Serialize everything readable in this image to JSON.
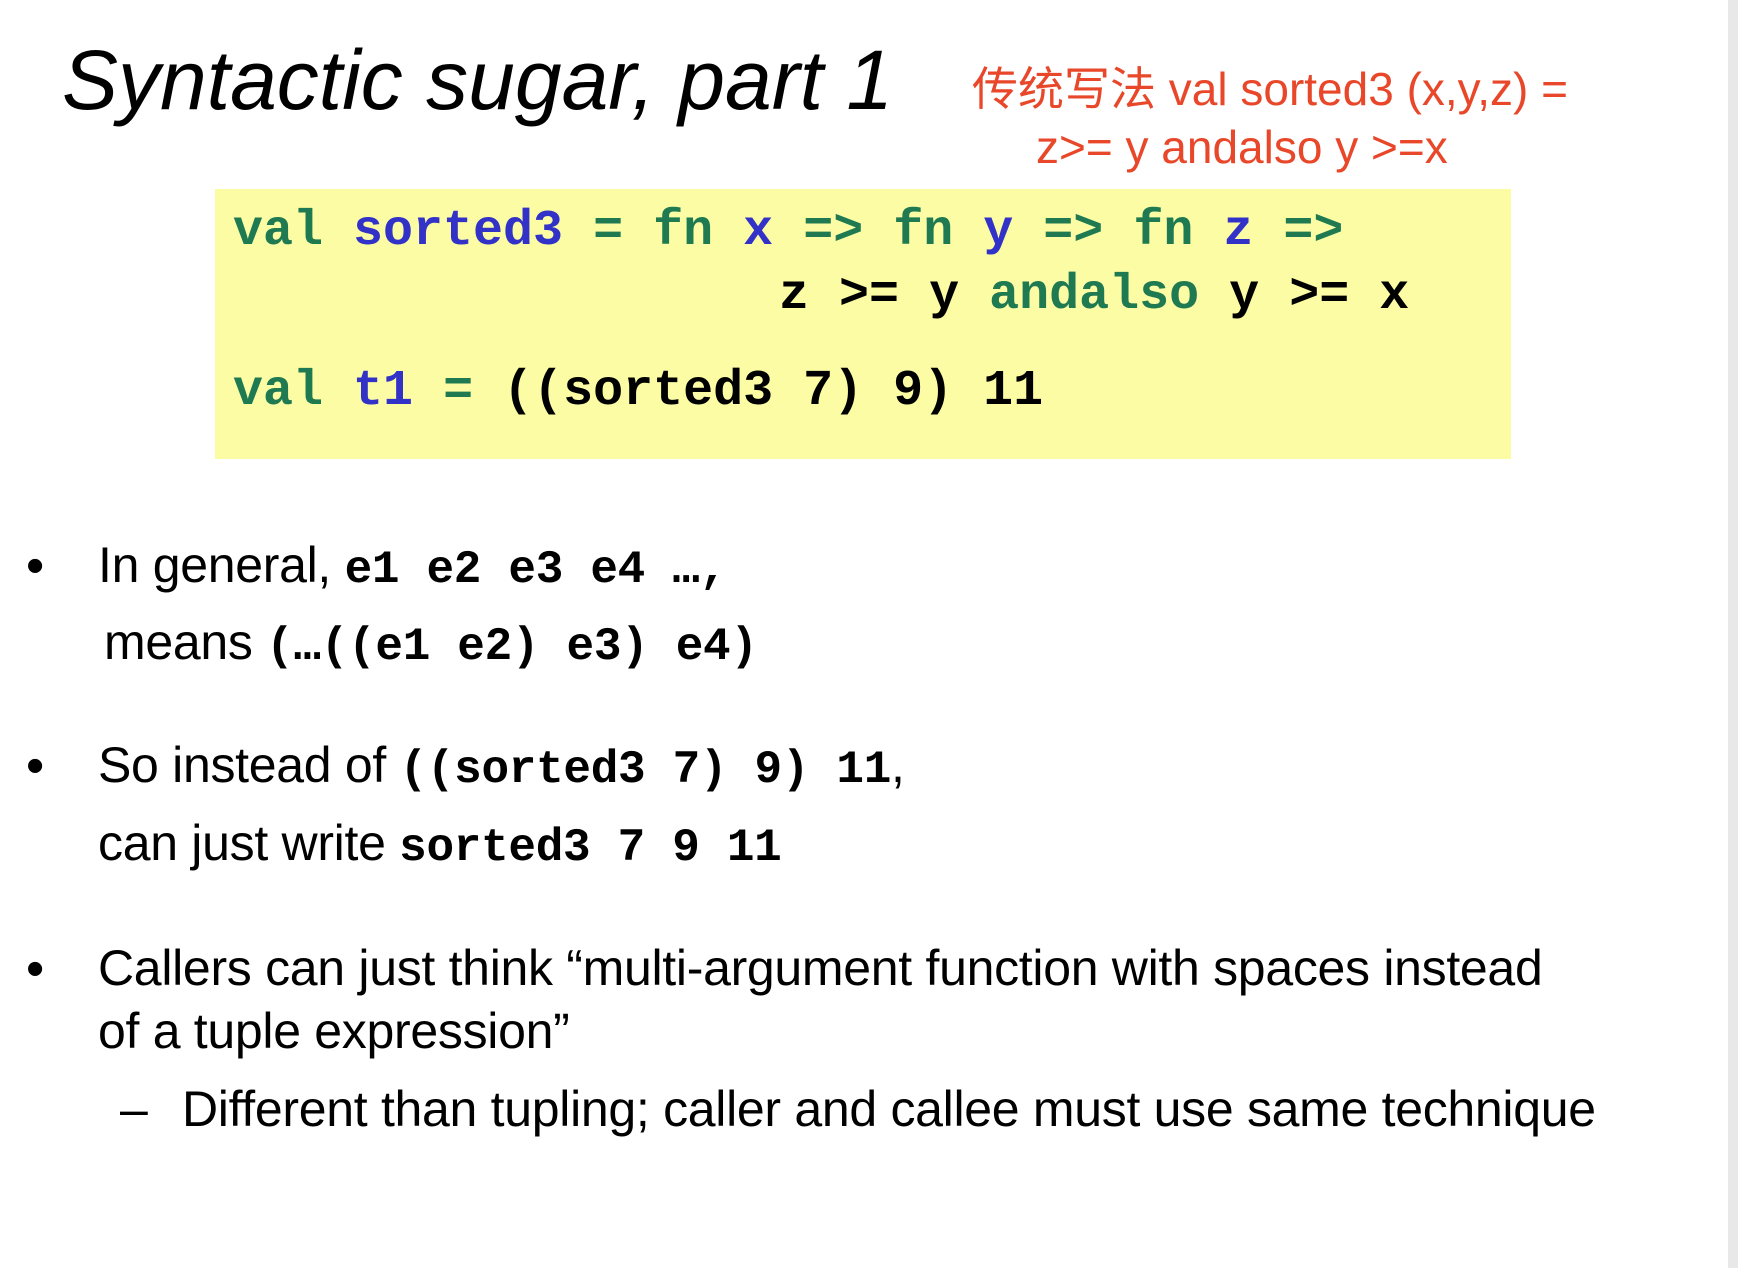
{
  "slide": {
    "title": "Syntactic sugar, part 1",
    "annotation": {
      "line1": "传统写法  val sorted3 (x,y,z) =",
      "line2": "z>= y  andalso y >=x",
      "color": "#e8472a"
    },
    "code": {
      "background": "#fcfca4",
      "keyword_color": "#1f7a52",
      "identifier_color": "#3232c8",
      "line1": [
        "val",
        "sorted3",
        "=",
        "fn",
        "x",
        "=>",
        "fn",
        "y",
        "=>",
        "fn",
        "z",
        "=>"
      ],
      "line2": [
        "z",
        ">=",
        "y",
        "andalso",
        "y",
        ">=",
        "x"
      ],
      "line3": [
        "val",
        "t1",
        "=",
        "((sorted3 7) 9) 11"
      ]
    },
    "bullets": [
      {
        "marker": "•",
        "line1_text": "In general, ",
        "line1_code": "e1 e2 e3 e4 …,",
        "line2_text": "means ",
        "line2_code": "(…((e1 e2) e3) e4)"
      },
      {
        "marker": "•",
        "line1_text": "So instead of ",
        "line1_code": "((sorted3 7) 9) 11",
        "line1_suffix": ",",
        "line2_text": "can just write ",
        "line2_code": "sorted3 7 9 11"
      },
      {
        "marker": "•",
        "line1_text": "Callers can just think “multi-argument function with spaces instead",
        "line2_text": "of a tuple expression”",
        "sub": {
          "marker": "–",
          "text": "Different than tupling; caller and callee must use same technique"
        }
      }
    ]
  }
}
